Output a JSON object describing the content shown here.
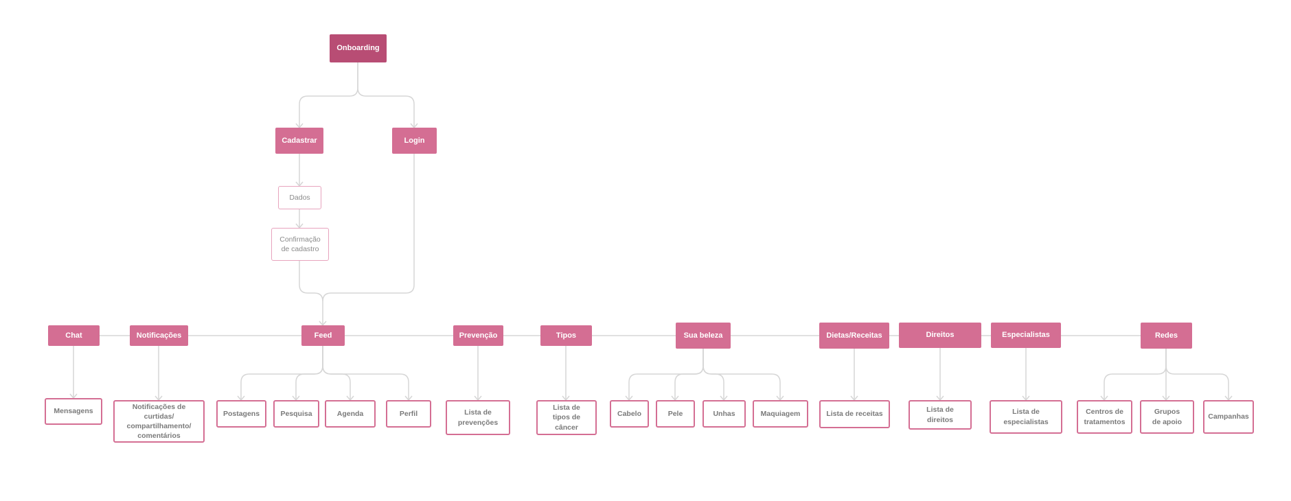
{
  "colors": {
    "root": "#b84d74",
    "main": "#d46e93",
    "leaf_border": "#d46e93",
    "sub_border": "#e7a3bd",
    "connector": "#d6d6d6"
  },
  "nodes": {
    "onboarding": "Onboarding",
    "cadastrar": "Cadastrar",
    "login": "Login",
    "dados": "Dados",
    "confirmacao": "Confirmação de cadastro",
    "chat": "Chat",
    "notificacoes": "Notificações",
    "feed": "Feed",
    "prevencao": "Prevenção",
    "tipos": "Tipos",
    "sua_beleza": "Sua beleza",
    "dietas": "Dietas/Receitas",
    "direitos": "Direitos",
    "especialistas": "Especialistas",
    "redes": "Redes",
    "mensagens": "Mensagens",
    "notificacoes_detalhe": "Notificações de curtidas/ compartilhamento/ comentários",
    "postagens": "Postagens",
    "pesquisa": "Pesquisa",
    "agenda": "Agenda",
    "perfil": "Perfil",
    "lista_prevencoes": "Lista de prevenções",
    "lista_tipos": "Lista de tipos de câncer",
    "cabelo": "Cabelo",
    "pele": "Pele",
    "unhas": "Unhas",
    "maquiagem": "Maquiagem",
    "lista_receitas": "Lista de receitas",
    "lista_direitos": "Lista de direitos",
    "lista_especialistas": "Lista de especialistas",
    "centros": "Centros de tratamentos",
    "grupos": "Grupos de apoio",
    "campanhas": "Campanhas"
  }
}
